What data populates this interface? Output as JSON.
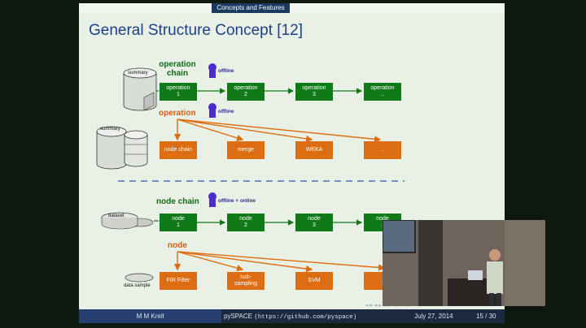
{
  "header": {
    "section_label": "Concepts and Features"
  },
  "slide": {
    "title": "General Structure Concept [12]",
    "operation_chain": {
      "label": "operation\nchain",
      "mode": "offline",
      "db_label": "summary",
      "steps": [
        "operation\n1",
        "operation\n2",
        "operation\n3",
        "operation\n.."
      ]
    },
    "operation": {
      "label": "operation",
      "mode": "offline",
      "db_label": "summary",
      "types": [
        "node chain",
        "merge",
        "WEKA",
        ".."
      ]
    },
    "node_chain": {
      "label": "node chain",
      "mode": "offline + online",
      "db_label": "dataset",
      "steps": [
        "node\n1",
        "node\n2",
        "node\n3",
        "node\n.."
      ]
    },
    "node": {
      "label": "node",
      "input_label": "data sample",
      "types": [
        "FIR Filter",
        "sub-\nsampling",
        "SVM",
        ".."
      ]
    },
    "nav_symbols": "◂ ▸ ◂ ▸ ◂ ▸ ◂ ▸ ≡ ↺"
  },
  "footer": {
    "author": "M M Krell",
    "project": "pySPACE",
    "url": "(https://github.com/pyspace)",
    "date": "July 27, 2014",
    "page": "15 / 30"
  },
  "colors": {
    "green": "#0f7a17",
    "orange": "#dc6d12",
    "title_blue": "#1c3f8c",
    "lock_purple": "#4b2dc8"
  },
  "icons": [
    "lock-icon",
    "database-icon",
    "dataset-icon",
    "data-sample-icon"
  ]
}
